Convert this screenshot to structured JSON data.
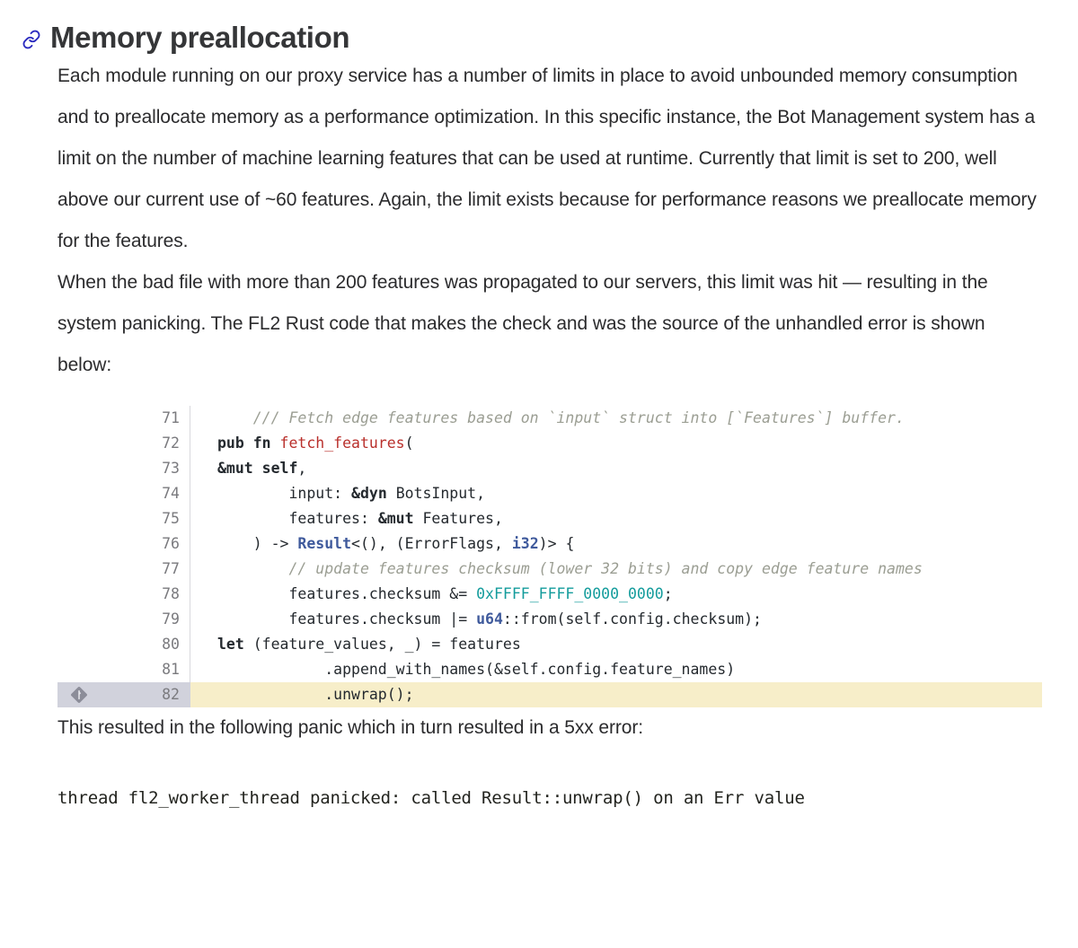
{
  "heading": {
    "icon": "link-anchor-icon",
    "title": "Memory preallocation",
    "icon_color": "#2b2bbf"
  },
  "paragraphs": [
    "Each module running on our proxy service has a number of limits in place to avoid unbounded memory consumption and to preallocate memory as a performance optimization. In this specific instance, the Bot Management system has a limit on the number of machine learning features that can be used at runtime. Currently that limit is set to 200, well above our current use of ~60 features. Again, the limit exists because for performance reasons we preallocate memory for the features.",
    "When the bad file with more than 200 features was propagated to our servers, this limit was hit — resulting in the system panicking. The FL2 Rust code that makes the check and was the source of the unhandled error is shown below:",
    "This resulted in the following panic which in turn resulted in a 5xx error:"
  ],
  "code_block": {
    "language": "rust",
    "highlight_color": "#f7eec9",
    "gutter_highlight_color": "#d1d2dc",
    "marker_icon": "diamond-annotation-icon",
    "lines": [
      {
        "number": "71",
        "text": "    /// Fetch edge features based on `input` struct into [`Features`] buffer.",
        "highlighted": false,
        "marker": false
      },
      {
        "number": "72",
        "text": "    pub fn fetch_features(",
        "highlighted": false,
        "marker": false
      },
      {
        "number": "73",
        "text": "        &mut self,",
        "highlighted": false,
        "marker": false
      },
      {
        "number": "74",
        "text": "        input: &dyn BotsInput,",
        "highlighted": false,
        "marker": false
      },
      {
        "number": "75",
        "text": "        features: &mut Features,",
        "highlighted": false,
        "marker": false
      },
      {
        "number": "76",
        "text": "    ) -> Result<(), (ErrorFlags, i32)> {",
        "highlighted": false,
        "marker": false
      },
      {
        "number": "77",
        "text": "        // update features checksum (lower 32 bits) and copy edge feature names",
        "highlighted": false,
        "marker": false
      },
      {
        "number": "78",
        "text": "        features.checksum &= 0xFFFF_FFFF_0000_0000;",
        "highlighted": false,
        "marker": false
      },
      {
        "number": "79",
        "text": "        features.checksum |= u64::from(self.config.checksum);",
        "highlighted": false,
        "marker": false
      },
      {
        "number": "80",
        "text": "        let (feature_values, _) = features",
        "highlighted": false,
        "marker": false
      },
      {
        "number": "81",
        "text": "            .append_with_names(&self.config.feature_names)",
        "highlighted": false,
        "marker": false
      },
      {
        "number": "82",
        "text": "            .unwrap();",
        "highlighted": true,
        "marker": true
      }
    ]
  },
  "panic_output": "thread fl2_worker_thread panicked: called Result::unwrap() on an Err value"
}
